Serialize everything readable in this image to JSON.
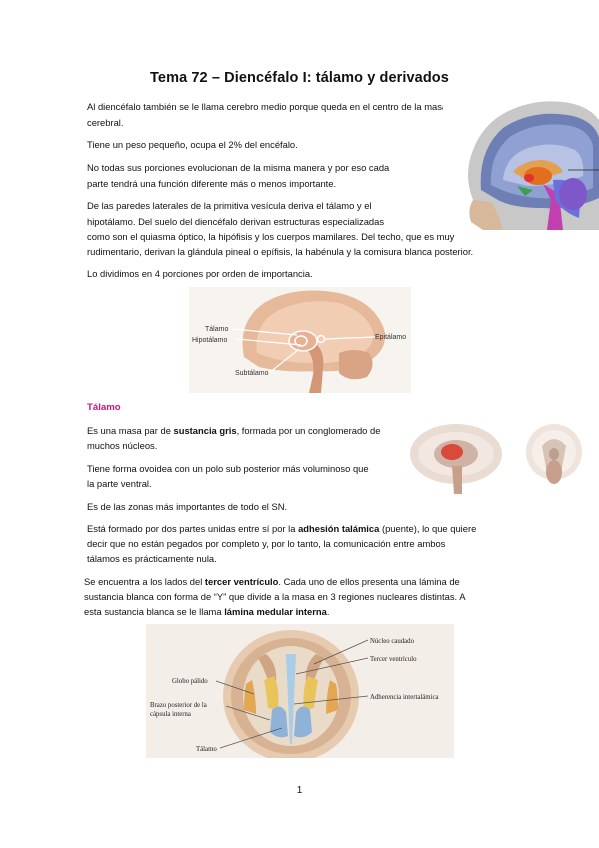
{
  "title": "Tema 72 – Diencéfalo I: tálamo y derivados",
  "intro": {
    "p1": "Al diencéfalo también se le llama cerebro medio porque queda en el centro de la masa cerebral.",
    "p2": "Tiene un peso pequeño, ocupa el 2% del encéfalo.",
    "p3_l1": "No todas sus porciones evolucionan de la misma manera y por eso cada",
    "p3_l2": "parte tendrá una función diferente más o menos importante.",
    "p4_l1": "De las paredes laterales de la primitiva vesícula deriva el tálamo y el",
    "p4_l2": "hipotálamo. Del suelo del diencéfalo derivan estructuras especializadas",
    "p4_l3": "como son el quiasma óptico, la hipófisis y los cuerpos mamilares. Del techo, que es muy",
    "p4_l4": "rudimentario, derivan la glándula pineal o epífisis, la habénula y la comisura blanca posterior.",
    "p5": "Lo dividimos en 4 porciones por orden de importancia."
  },
  "figure1": {
    "labels": {
      "talamo": "Tálamo",
      "hipotalamo": "Hipotálamo",
      "subtalamo": "Subtálamo",
      "epitalamo": "Epitálamo"
    }
  },
  "thalamus": {
    "heading": "Tálamo",
    "p1_l1_pre": "Es una masa par de ",
    "p1_l1_bold": "sustancia gris",
    "p1_l1_post": ", formada por un conglomerado de",
    "p1_l2": "muchos núcleos.",
    "p2_l1": "Tiene forma ovoidea con un polo sub posterior más voluminoso que",
    "p2_l2": "la parte ventral.",
    "p3": "Es de las zonas más importantes de todo el SN.",
    "p4_l1_pre": "Está formado por dos partes unidas entre sí por la ",
    "p4_l1_bold": "adhesión talámica",
    "p4_l1_post": " (puente), lo que quiere",
    "p4_l2": "decir que no están pegados por completo y, por lo tanto, la comunicación entre ambos",
    "p4_l3": "tálamos es prácticamente nula.",
    "p5_l1_pre": "Se encuentra a los lados del ",
    "p5_l1_bold": "tercer ventrículo",
    "p5_l1_post": ". Cada uno de ellos presenta una lámina de",
    "p5_l2": "sustancia blanca con forma de “Y” que divide a la masa en 3 regiones nucleares distintas. A",
    "p5_l3_pre": "esta sustancia blanca se le llama ",
    "p5_l3_bold": "lámina medular interna",
    "p5_l3_post": "."
  },
  "figure3": {
    "labels": {
      "nucleo_caudado": "Núcleo caudado",
      "tercer_ventriculo": "Tercer ventrículo",
      "globo_palido": "Globo pálido",
      "brazo_l1": "Brazo posterior de la",
      "brazo_l2": "cápsula interna",
      "adherencia": "Adherencia intertalámica",
      "talamo": "Tálamo"
    }
  },
  "page_number": "1"
}
